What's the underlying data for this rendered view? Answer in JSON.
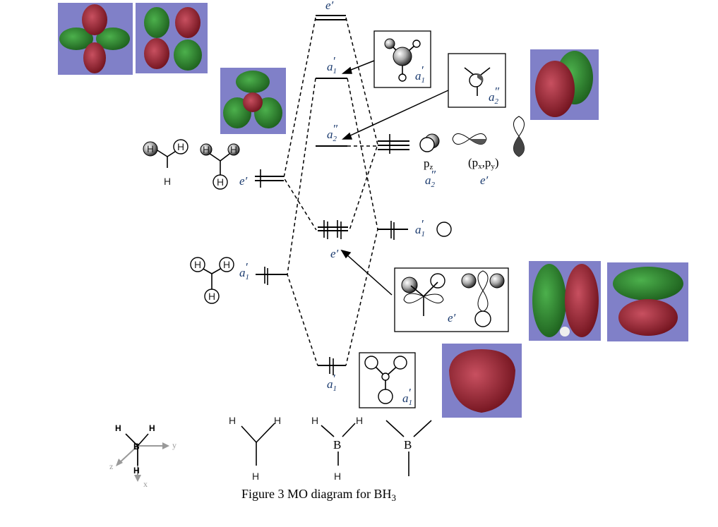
{
  "caption": {
    "text": "Figure 3 MO diagram for BH",
    "sub": "3"
  },
  "colors": {
    "isosurface_bg": "#8080c8",
    "positive_lobe": "#9a1a24",
    "negative_lobe": "#2d8a2d",
    "label": "#1a3a6e"
  },
  "mo_levels": {
    "e_antibonding": {
      "sym": "e",
      "prime": "′",
      "sub": ""
    },
    "a1_antibonding": {
      "sym": "a",
      "prime": "′",
      "sub": "1"
    },
    "a2_nonbonding": {
      "sym": "a",
      "prime": "″",
      "sub": "2"
    },
    "e_bonding": {
      "sym": "e",
      "prime": "′",
      "sub": ""
    },
    "a1_bonding": {
      "sym": "a",
      "prime": "′",
      "sub": "1"
    }
  },
  "h3_fragment": {
    "e": {
      "sym": "e",
      "prime": "′"
    },
    "a1": {
      "sym": "a",
      "prime": "′",
      "sub": "1"
    },
    "atom": "H"
  },
  "boron": {
    "p_label": {
      "p": "p",
      "z": "z",
      "sym": "a",
      "prime": "″",
      "sub": "2"
    },
    "pxy_label": {
      "open": "(p",
      "x": "x",
      "comma": ",p",
      "y": "y",
      "close": ")",
      "sym": "e",
      "prime": "′"
    },
    "s_label": {
      "sym": "a",
      "prime": "′",
      "sub": "1"
    }
  },
  "boxes": {
    "a1_anti": {
      "sym": "a",
      "prime": "′",
      "sub": "1"
    },
    "a2": {
      "sym": "a",
      "prime": "″",
      "sub": "2"
    },
    "e_bond": {
      "sym": "e",
      "prime": "′"
    },
    "a1_bond": {
      "sym": "a",
      "prime": "′",
      "sub": "1"
    }
  },
  "axes": {
    "atom_b": "B",
    "atom_h": "H",
    "x": "x",
    "y": "y",
    "z": "z"
  },
  "bottom_structures": {
    "h": "H",
    "b": "B"
  }
}
